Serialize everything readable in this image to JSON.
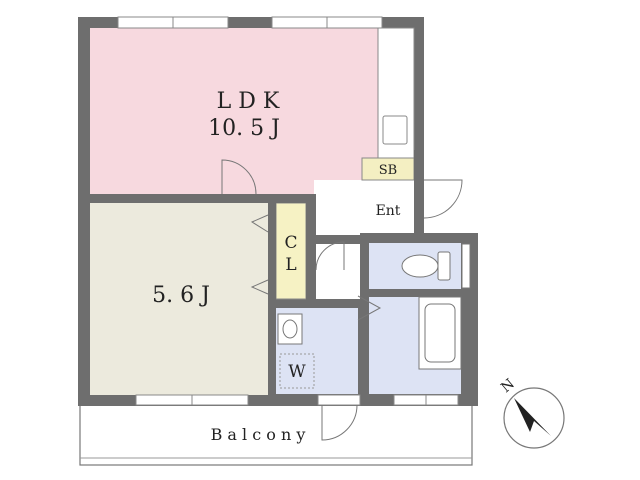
{
  "rooms": {
    "ldk": {
      "name": "L D K",
      "size": "10. 5 J"
    },
    "bedroom": {
      "size": "5. 6 J"
    },
    "closet": {
      "top": "C",
      "bottom": "L"
    },
    "shoe_box": "SB",
    "entrance": "Ent",
    "washer": "W",
    "balcony": "B a l c o n y"
  },
  "compass": {
    "label": "N"
  },
  "colors": {
    "wall": "#6e6e6e",
    "ldk": "#f7d9df",
    "bedroom": "#eceadd",
    "wet": "#dde3f4",
    "closet": "#f6f2c4",
    "shoe_box": "#f4efc2"
  }
}
